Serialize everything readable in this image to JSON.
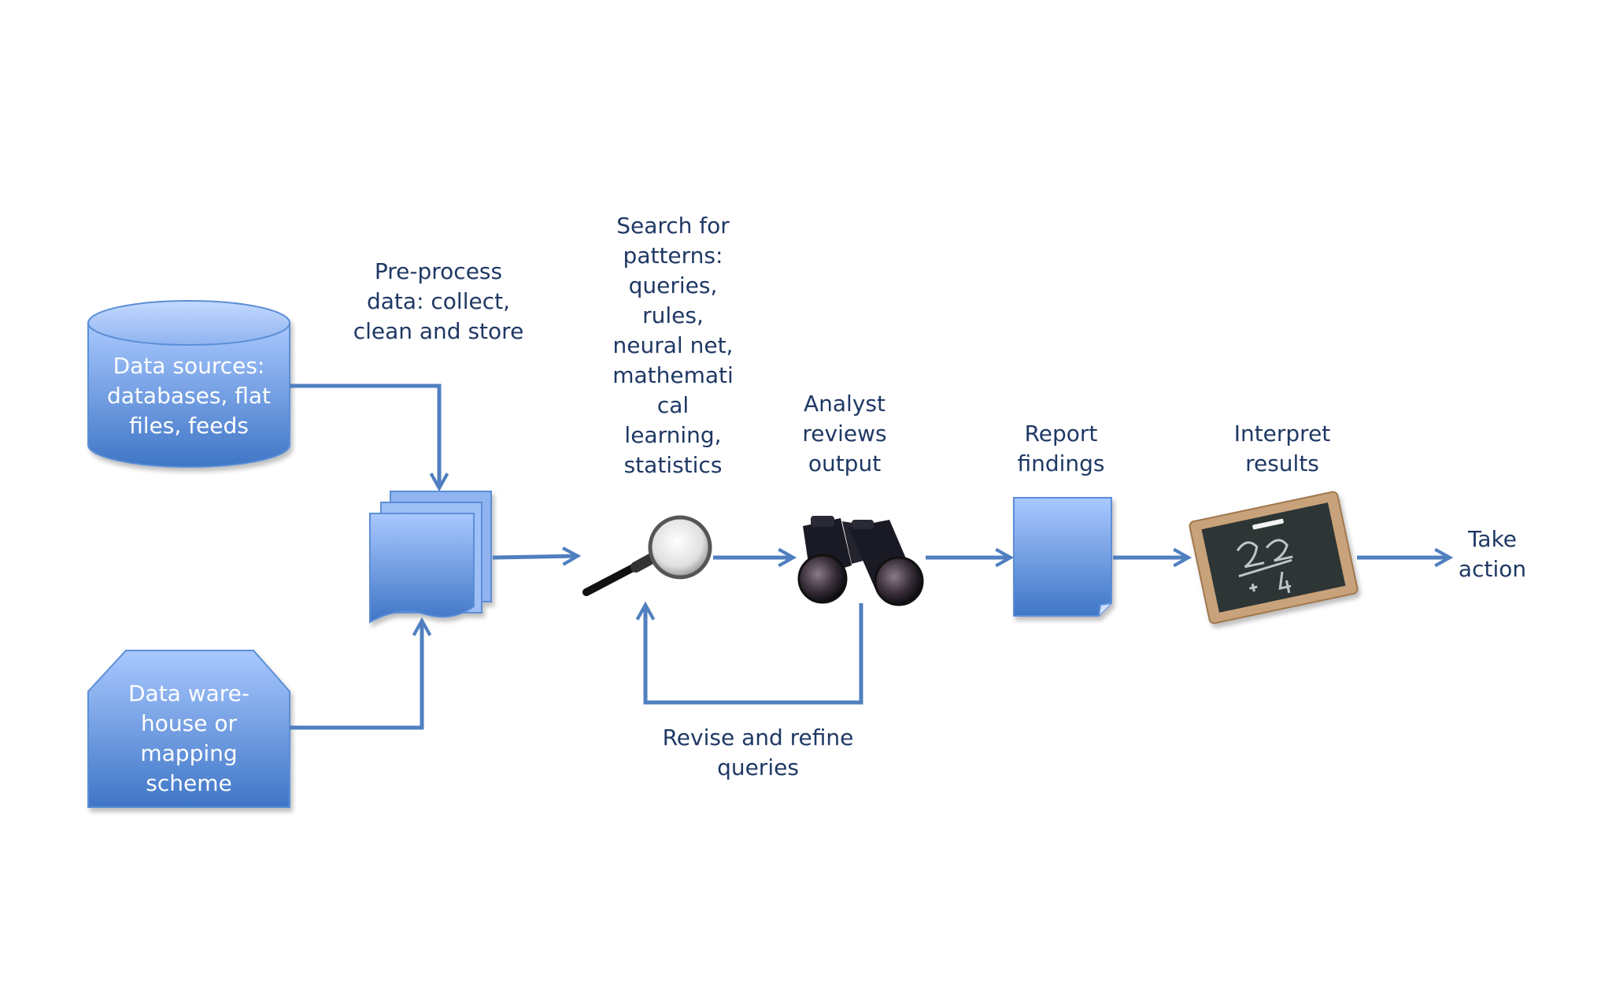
{
  "colors": {
    "arrow": "#4f7fbf",
    "text": "#1f3864",
    "shape_top": "#a9c8ff",
    "shape_bottom": "#3f76c6",
    "shape_border": "#5b8ed6"
  },
  "icons": {
    "data_sources": "database-cylinder-icon",
    "data_warehouse": "warehouse-pentagon-icon",
    "preprocess": "document-stack-icon",
    "search": "magnifying-glass-icon",
    "analyst": "binoculars-icon",
    "report": "report-document-icon",
    "interpret": "chalkboard-slate-icon"
  },
  "labels": {
    "data_sources": "Data sources:\ndatabases, flat\nfiles, feeds",
    "data_warehouse": "Data ware-\nhouse or\nmapping\nscheme",
    "preprocess": "Pre-process\ndata: collect,\nclean and store",
    "search": "Search for\npatterns:\nqueries,\nrules,\nneural net,\nmathemati\ncal\nlearning,\nstatistics",
    "analyst": "Analyst\nreviews\noutput",
    "report": "Report\nfindings",
    "interpret": "Interpret\nresults",
    "take_action": "Take\naction",
    "revise": "Revise and refine\nqueries"
  }
}
